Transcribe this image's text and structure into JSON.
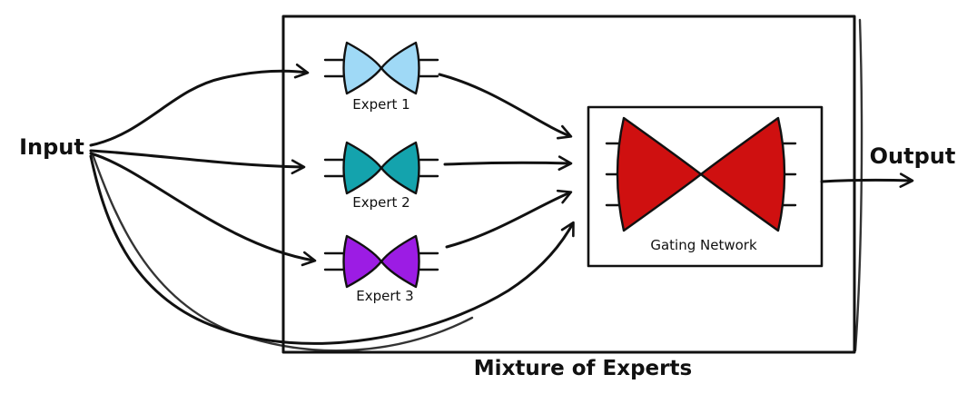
{
  "diagram": {
    "title": "Mixture of Experts",
    "input_label": "Input",
    "output_label": "Output",
    "experts": [
      {
        "label": "Expert 1",
        "color": "#9fd9f6"
      },
      {
        "label": "Expert 2",
        "color": "#14a3ad"
      },
      {
        "label": "Expert 3",
        "color": "#9c1ce4"
      }
    ],
    "gating": {
      "label": "Gating Network",
      "color": "#cf1010"
    },
    "stroke": "#111111",
    "background": "#ffffff"
  }
}
